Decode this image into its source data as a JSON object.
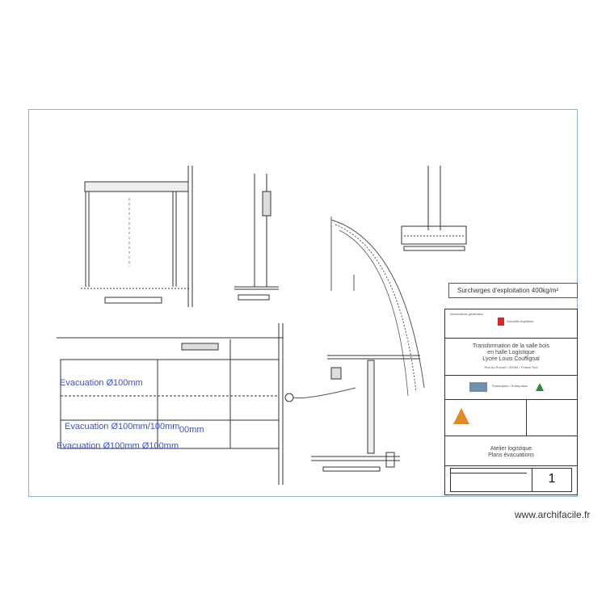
{
  "labels": {
    "evacuation_1": "Evacuation Ø100mm",
    "evacuation_2": "Evacuation Ø100mm/100mm",
    "evacuation_2_suffix": "00mm",
    "evacuation_3": "Evacuation Ø100mm Ø100mm"
  },
  "load_note": "Surcharges d'exploitation 400kg/m²",
  "cartouche": {
    "header": "Informations générales",
    "region": "Nouvelle-Aquitaine",
    "project_lines": [
      "Transformation de la salle bois",
      "en halle Logistique",
      "Lycée Louis Couffignal"
    ],
    "project_sub": "Rue du Rocher • 33000 • France Sud",
    "partners": "Partenaires / Entreprises",
    "drawing_lines": [
      "Atelier logistique",
      "Plans évacuations"
    ],
    "sheet_number": "1"
  },
  "colors": {
    "annotation_blue": "#3a4fd0",
    "frame_blue": "#8fb0d6",
    "region_red": "#d12a2a"
  },
  "watermark": "www.archifacile.fr"
}
